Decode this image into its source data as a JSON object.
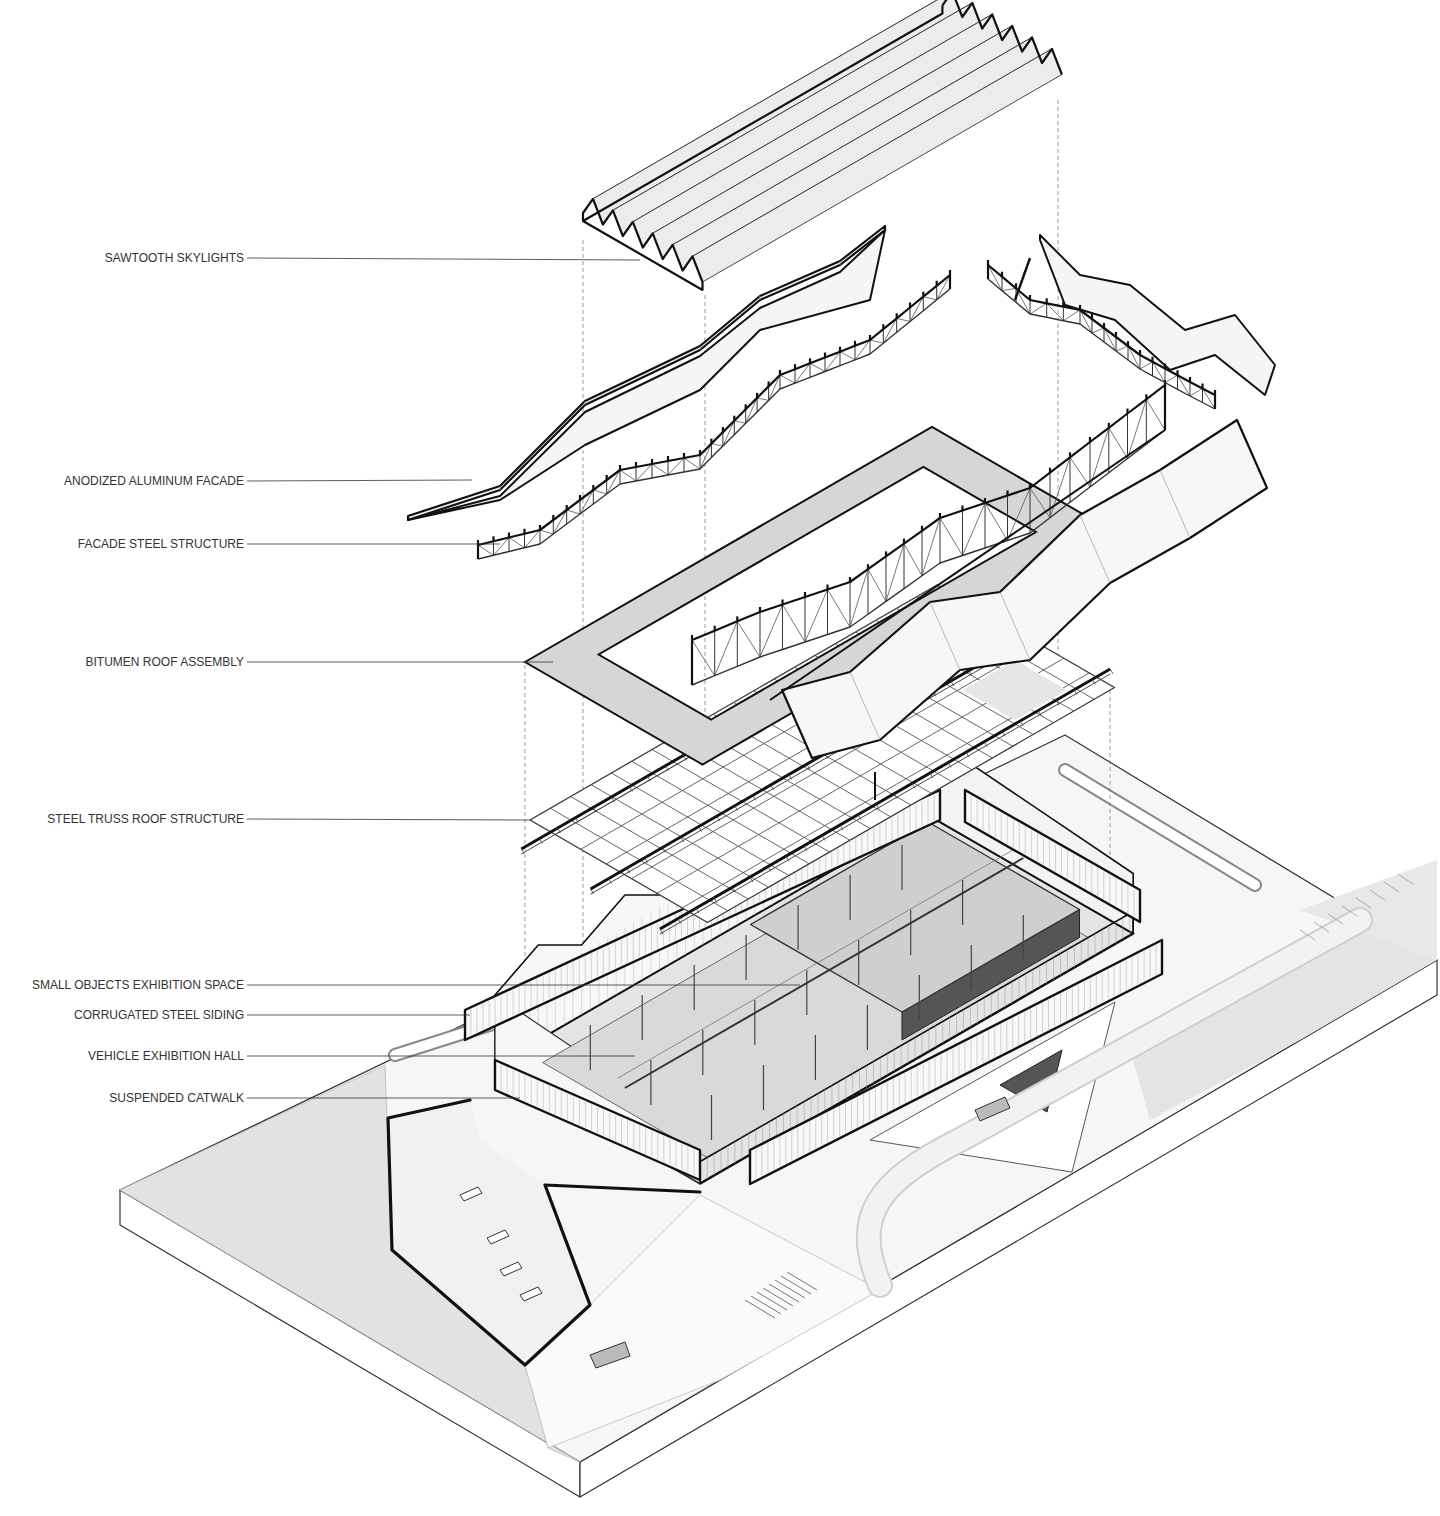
{
  "diagram": {
    "labels": [
      "SAWTOOTH SKYLIGHTS",
      "ANODIZED ALUMINUM FACADE",
      "FACADE STEEL STRUCTURE",
      "BITUMEN ROOF ASSEMBLY",
      "STEEL TRUSS ROOF STRUCTURE",
      "SMALL OBJECTS EXHIBITION SPACE",
      "CORRUGATED STEEL SIDING",
      "VEHICLE EXHIBITION HALL",
      "SUSPENDED CATWALK"
    ]
  }
}
